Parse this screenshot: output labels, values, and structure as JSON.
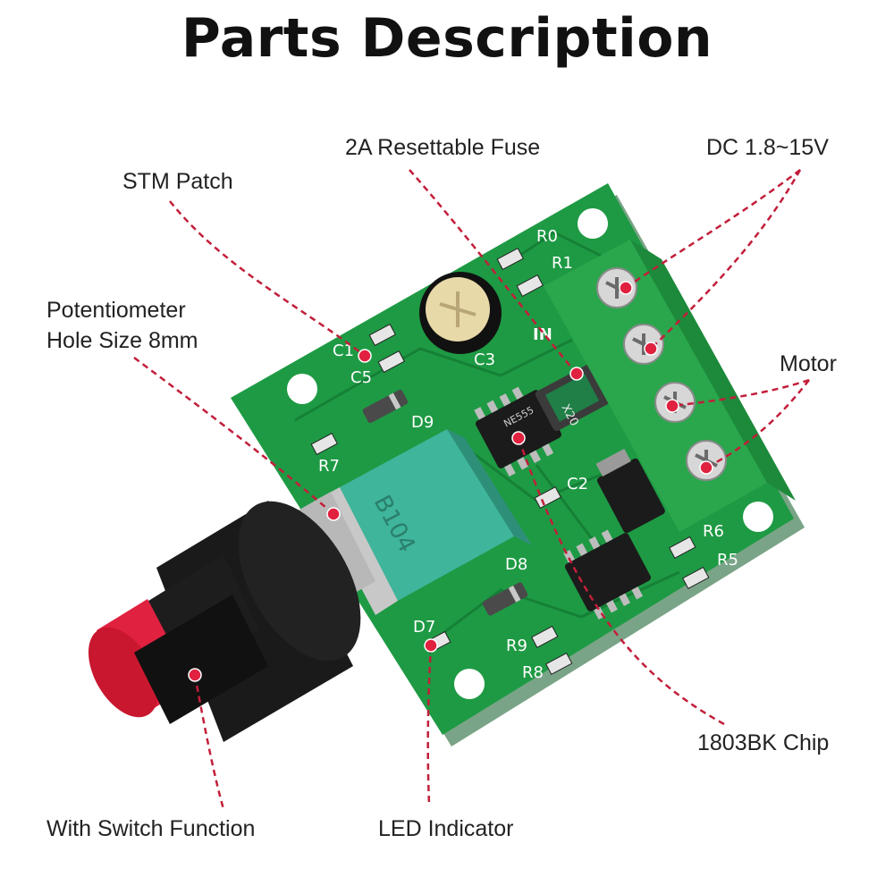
{
  "title": "Parts Description",
  "labels": {
    "stm_patch": "STM Patch",
    "resettable_fuse": "2A Resettable Fuse",
    "dc_voltage": "DC 1.8~15V",
    "potentiometer": "Potentiometer\nHole Size 8mm",
    "motor": "Motor",
    "chip": "1803BK Chip",
    "switch_function": "With Switch Function",
    "led_indicator": "LED Indicator"
  },
  "board_markings": {
    "r0": "R0",
    "r1": "R1",
    "c1": "C1",
    "c5": "C5",
    "c3": "C3",
    "d9": "D9",
    "r7": "R7",
    "c2": "C2",
    "d8": "D8",
    "d7": "D7",
    "r9": "R9",
    "r8": "R8",
    "r6": "R6",
    "r5": "R5",
    "pot_code": "B104",
    "ic_code": "NE555",
    "fuse_code": "X20",
    "in_mark": "IN"
  },
  "colors": {
    "pcb": "#1e9a44",
    "pcb_dark": "#137a33",
    "terminal": "#2aa64c",
    "pot_body": "#3fb59b",
    "knob_red": "#e0213f",
    "leader": "#c21e3a"
  }
}
